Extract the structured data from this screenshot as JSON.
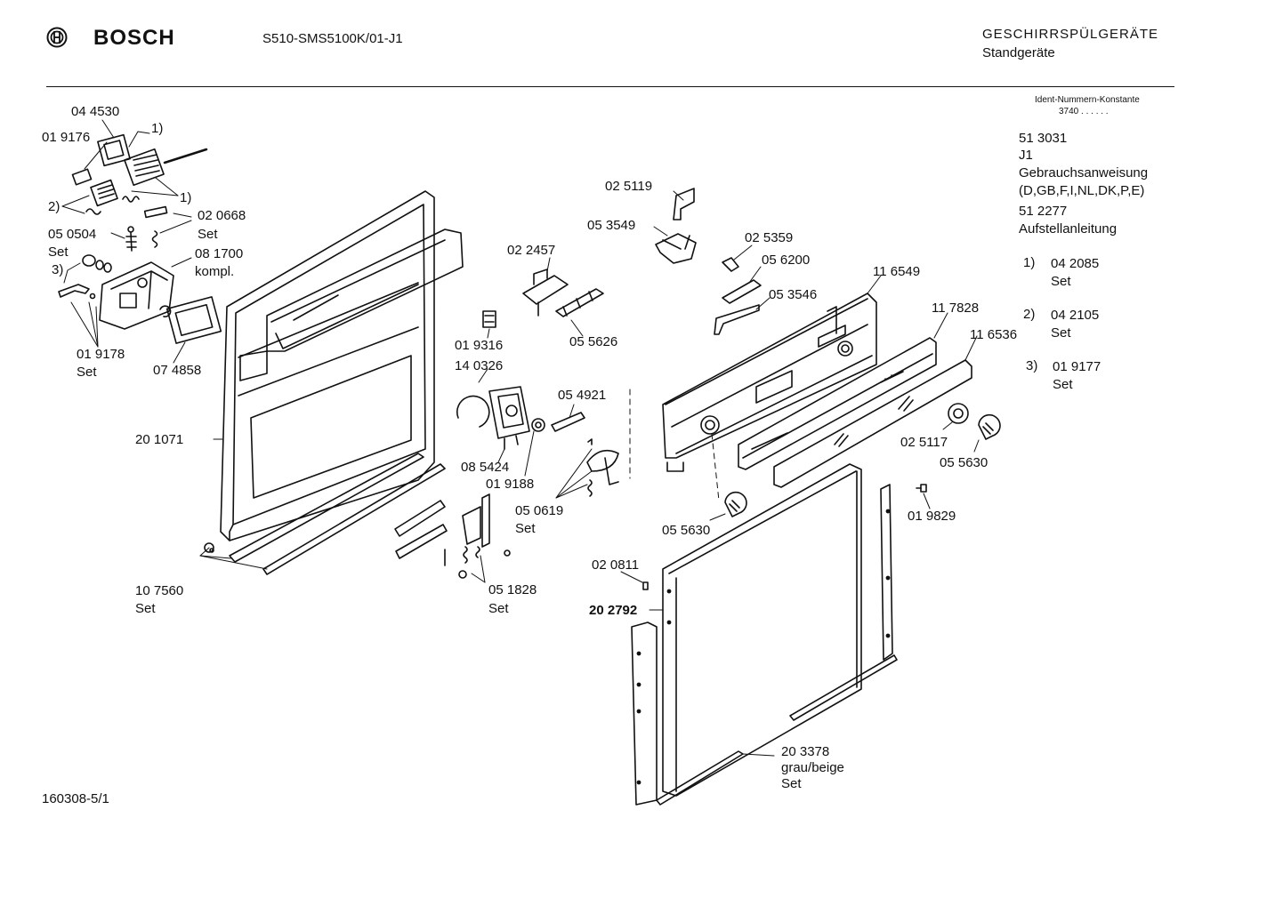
{
  "header": {
    "brand": "BOSCH",
    "model": "S510-SMS5100K/01-J1",
    "category": "GESCHIRRSPÜLGERÄTE",
    "subcategory": "Standgeräte"
  },
  "sidebar": {
    "ident_title": "Ident-Nummern-Konstante",
    "ident_value": "3740  . .   . . . .",
    "doc1_number": "51 3031",
    "doc1_suffix": "J1",
    "doc1_name": "Gebrauchsanweisung",
    "doc1_languages": "(D,GB,F,I,NL,DK,P,E)",
    "doc2_number": "51 2277",
    "doc2_name": "Aufstellanleitung",
    "notes": [
      {
        "key": "1)",
        "number": "04 2085",
        "suffix": "Set"
      },
      {
        "key": "2)",
        "number": "04 2105",
        "suffix": "Set"
      },
      {
        "key": "3)",
        "number": "01 9177",
        "suffix": "Set"
      }
    ]
  },
  "parts": {
    "p044530": "04 4530",
    "p019176": "01 9176",
    "key1a": "1)",
    "key1b": "1)",
    "key2": "2)",
    "key3": "3)",
    "p020668": "02 0668",
    "p020668_set": "Set",
    "p050504": "05 0504",
    "p050504_set": "Set",
    "p081700": "08 1700",
    "p081700_k": "kompl.",
    "p019178": "01 9178",
    "p019178_set": "Set",
    "p074858": "07 4858",
    "p201071": "20 1071",
    "p107560": "10 7560",
    "p107560_set": "Set",
    "p025119": "02 5119",
    "p053549": "05 3549",
    "p022457": "02 2457",
    "p055626": "05 5626",
    "p019316": "01 9316",
    "p140326": "14 0326",
    "p054921": "05 4921",
    "p085424": "08 5424",
    "p019188": "01 9188",
    "p050619": "05 0619",
    "p050619_set": "Set",
    "p051828": "05 1828",
    "p051828_set": "Set",
    "p025359": "02 5359",
    "p056200": "05 6200",
    "p053546": "05 3546",
    "p116549": "11 6549",
    "p117828": "11 7828",
    "p116536": "11 6536",
    "p025117": "02 5117",
    "p055630a": "05 5630",
    "p055630b": "05 5630",
    "p019829": "01 9829",
    "p020811": "02 0811",
    "p202792": "20 2792",
    "p203378": "20 3378",
    "p203378_c": "grau/beige",
    "p203378_set": "Set"
  },
  "footer": {
    "doc_id": "160308-5/1"
  }
}
